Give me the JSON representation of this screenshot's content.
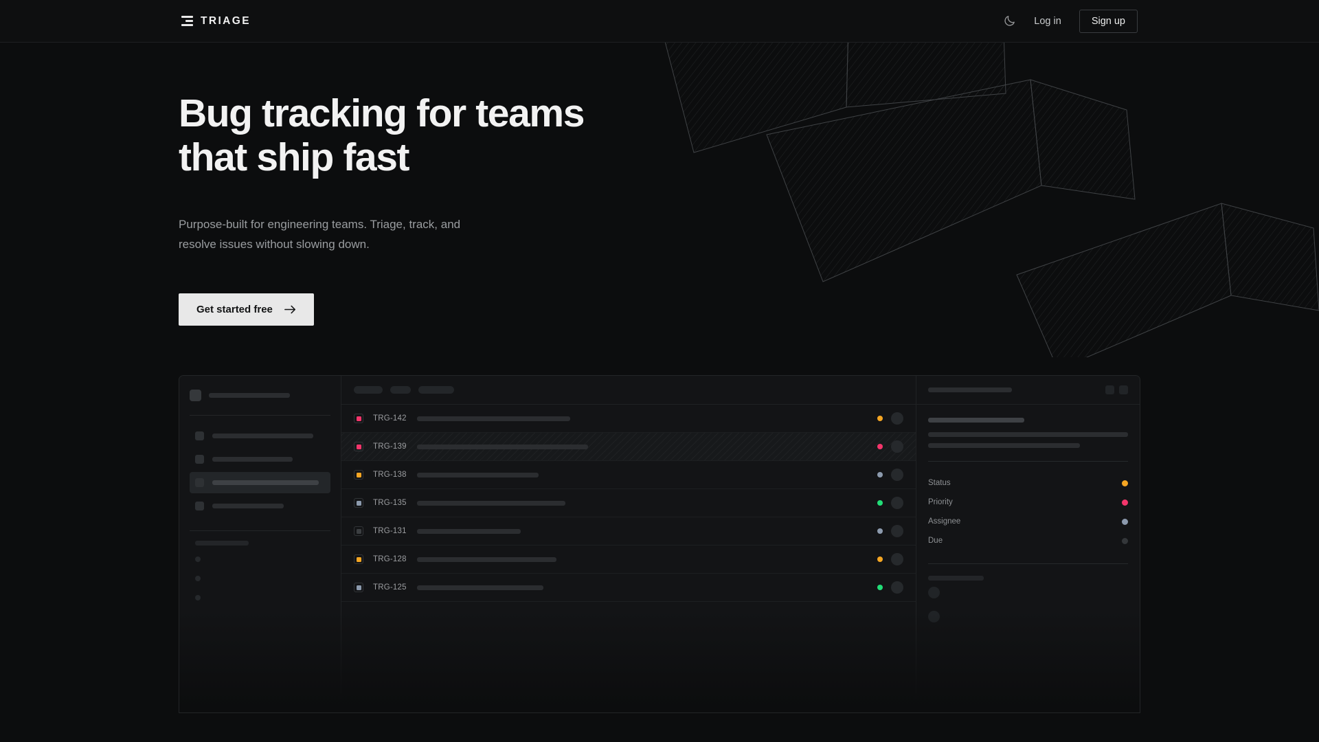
{
  "nav": {
    "brand": "TRIAGE",
    "theme_toggle_icon": "moon-icon",
    "login": "Log in",
    "signup": "Sign up"
  },
  "hero": {
    "headline_line1": "Bug tracking for teams",
    "headline_line2": "that ship fast",
    "subhead_line1": "Purpose-built for engineering teams. Triage, track, and",
    "subhead_line2": "resolve issues without slowing down.",
    "cta": "Get started free",
    "cta_icon": "arrow-right-icon"
  },
  "colors": {
    "background": "#0c0d0e",
    "panel": "#131416",
    "border": "#232527",
    "text_primary": "#f2f2f2",
    "text_muted": "#9a9da0",
    "accent_light": "#e8e8e8",
    "pink": "#f4356b",
    "amber": "#f5a623",
    "green": "#22dd77",
    "slate": "#8c9aad",
    "gray": "#3a3d40"
  },
  "mockup": {
    "sidebar": {
      "nav_items": [
        {
          "width": "78%"
        },
        {
          "width": "62%"
        },
        {
          "width": "82%",
          "active": true
        },
        {
          "width": "55%"
        }
      ],
      "section_label_width": "38%",
      "sub_items": 3
    },
    "list": {
      "toolbar_chips": [
        "42px",
        "30px",
        "52px"
      ],
      "rows": [
        {
          "id": "TRG-142",
          "priority": "#f4356b",
          "status": "#f5a623",
          "title_width": "34%",
          "highlighted": false
        },
        {
          "id": "TRG-139",
          "priority": "#f4356b",
          "status": "#f4356b",
          "title_width": "38%",
          "highlighted": true
        },
        {
          "id": "TRG-138",
          "priority": "#f5a623",
          "status": "#8c9aad",
          "title_width": "27%",
          "highlighted": false
        },
        {
          "id": "TRG-135",
          "priority": "#8c9aad",
          "status": "#22dd77",
          "title_width": "33%",
          "highlighted": false
        },
        {
          "id": "TRG-131",
          "priority": "#3c3f42",
          "status": "#8c9aad",
          "title_width": "23%",
          "highlighted": false
        },
        {
          "id": "TRG-128",
          "priority": "#f5a623",
          "status": "#f5a623",
          "title_width": "31%",
          "highlighted": false
        },
        {
          "id": "TRG-125",
          "priority": "#8c9aad",
          "status": "#22dd77",
          "title_width": "28%",
          "highlighted": false
        }
      ]
    },
    "detail": {
      "header_bar_width": "42%",
      "title_width": "48%",
      "desc_widths": [
        "100%",
        "76%"
      ],
      "meta": [
        {
          "key": "Status",
          "color": "#f5a623"
        },
        {
          "key": "Priority",
          "color": "#f4356b"
        },
        {
          "key": "Assignee",
          "color": "#8c9aad"
        },
        {
          "key": "Due",
          "color": "#34373a"
        }
      ],
      "activity_label_width": "28%",
      "comments": 2
    }
  }
}
